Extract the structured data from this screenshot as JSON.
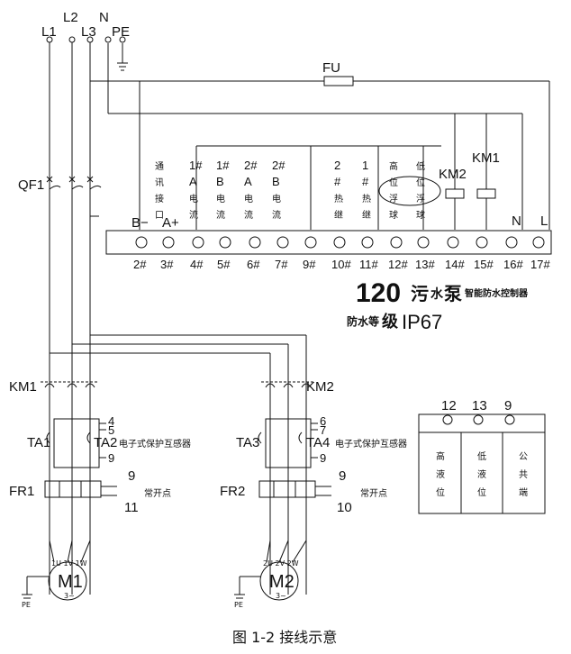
{
  "supply": {
    "l1": "L1",
    "l2": "L2",
    "l3": "L3",
    "n": "N",
    "pe": "PE"
  },
  "fuse": "FU",
  "breaker": "QF1",
  "controller": {
    "title_num": "120",
    "title_a": "污",
    "title_b": "水",
    "title_c": "泵",
    "title_d": "智能防水控制器",
    "rating_prefix": "防水等",
    "rating_grade": "级",
    "rating_code": "IP67",
    "bus_b": "B−",
    "bus_a": "A+",
    "n": "N",
    "l": "L",
    "km2": "KM2",
    "km1": "KM1",
    "terminals": [
      "2#",
      "3#",
      "4#",
      "5#",
      "6#",
      "7#",
      "9#",
      "10#",
      "11#",
      "12#",
      "13#",
      "14#",
      "15#",
      "16#",
      "17#"
    ],
    "vlabels": [
      {
        "name": "comm",
        "chars": [
          "通",
          "讯",
          "接",
          "口"
        ]
      },
      {
        "name": "t4",
        "chars": [
          "1#",
          "A",
          "电",
          "流"
        ]
      },
      {
        "name": "t5",
        "chars": [
          "1#",
          "B",
          "电",
          "流"
        ]
      },
      {
        "name": "t6",
        "chars": [
          "2#",
          "A",
          "电",
          "流"
        ]
      },
      {
        "name": "t7",
        "chars": [
          "2#",
          "B",
          "电",
          "流"
        ]
      },
      {
        "name": "t10",
        "chars": [
          "2",
          "#",
          "热",
          "继"
        ]
      },
      {
        "name": "t11",
        "chars": [
          "1",
          "#",
          "热",
          "继"
        ]
      },
      {
        "name": "t12",
        "chars": [
          "高",
          "位",
          "浮",
          "球"
        ]
      },
      {
        "name": "t13",
        "chars": [
          "低",
          "位",
          "浮",
          "球"
        ]
      }
    ]
  },
  "motor1": {
    "km": "KM1",
    "ta_left": "TA1",
    "ta_right": "TA2",
    "sensor": "电子式保护互感器",
    "t_a": "4",
    "t_b": "5",
    "t_c": "9",
    "fr": "FR1",
    "fr_a": "9",
    "fr_b": "11",
    "nc": "常开点",
    "motor": "M1",
    "phases": "1U 1V 1W",
    "sub": "3~",
    "pe": "PE"
  },
  "motor2": {
    "km": "KM2",
    "ta_left": "TA3",
    "ta_right": "TA4",
    "sensor": "电子式保护互感器",
    "t_a": "6",
    "t_b": "7",
    "t_c": "9",
    "fr": "FR2",
    "fr_a": "9",
    "fr_b": "10",
    "nc": "常开点",
    "motor": "M2",
    "phases": "2U 2V 2W",
    "sub": "3~",
    "pe": "PE"
  },
  "float_table": {
    "terms": [
      "12",
      "13",
      "9"
    ],
    "cells": [
      [
        "高",
        "液",
        "位"
      ],
      [
        "低",
        "液",
        "位"
      ],
      [
        "公",
        "共",
        "端"
      ]
    ]
  },
  "caption": "图 1-2 接线示意"
}
